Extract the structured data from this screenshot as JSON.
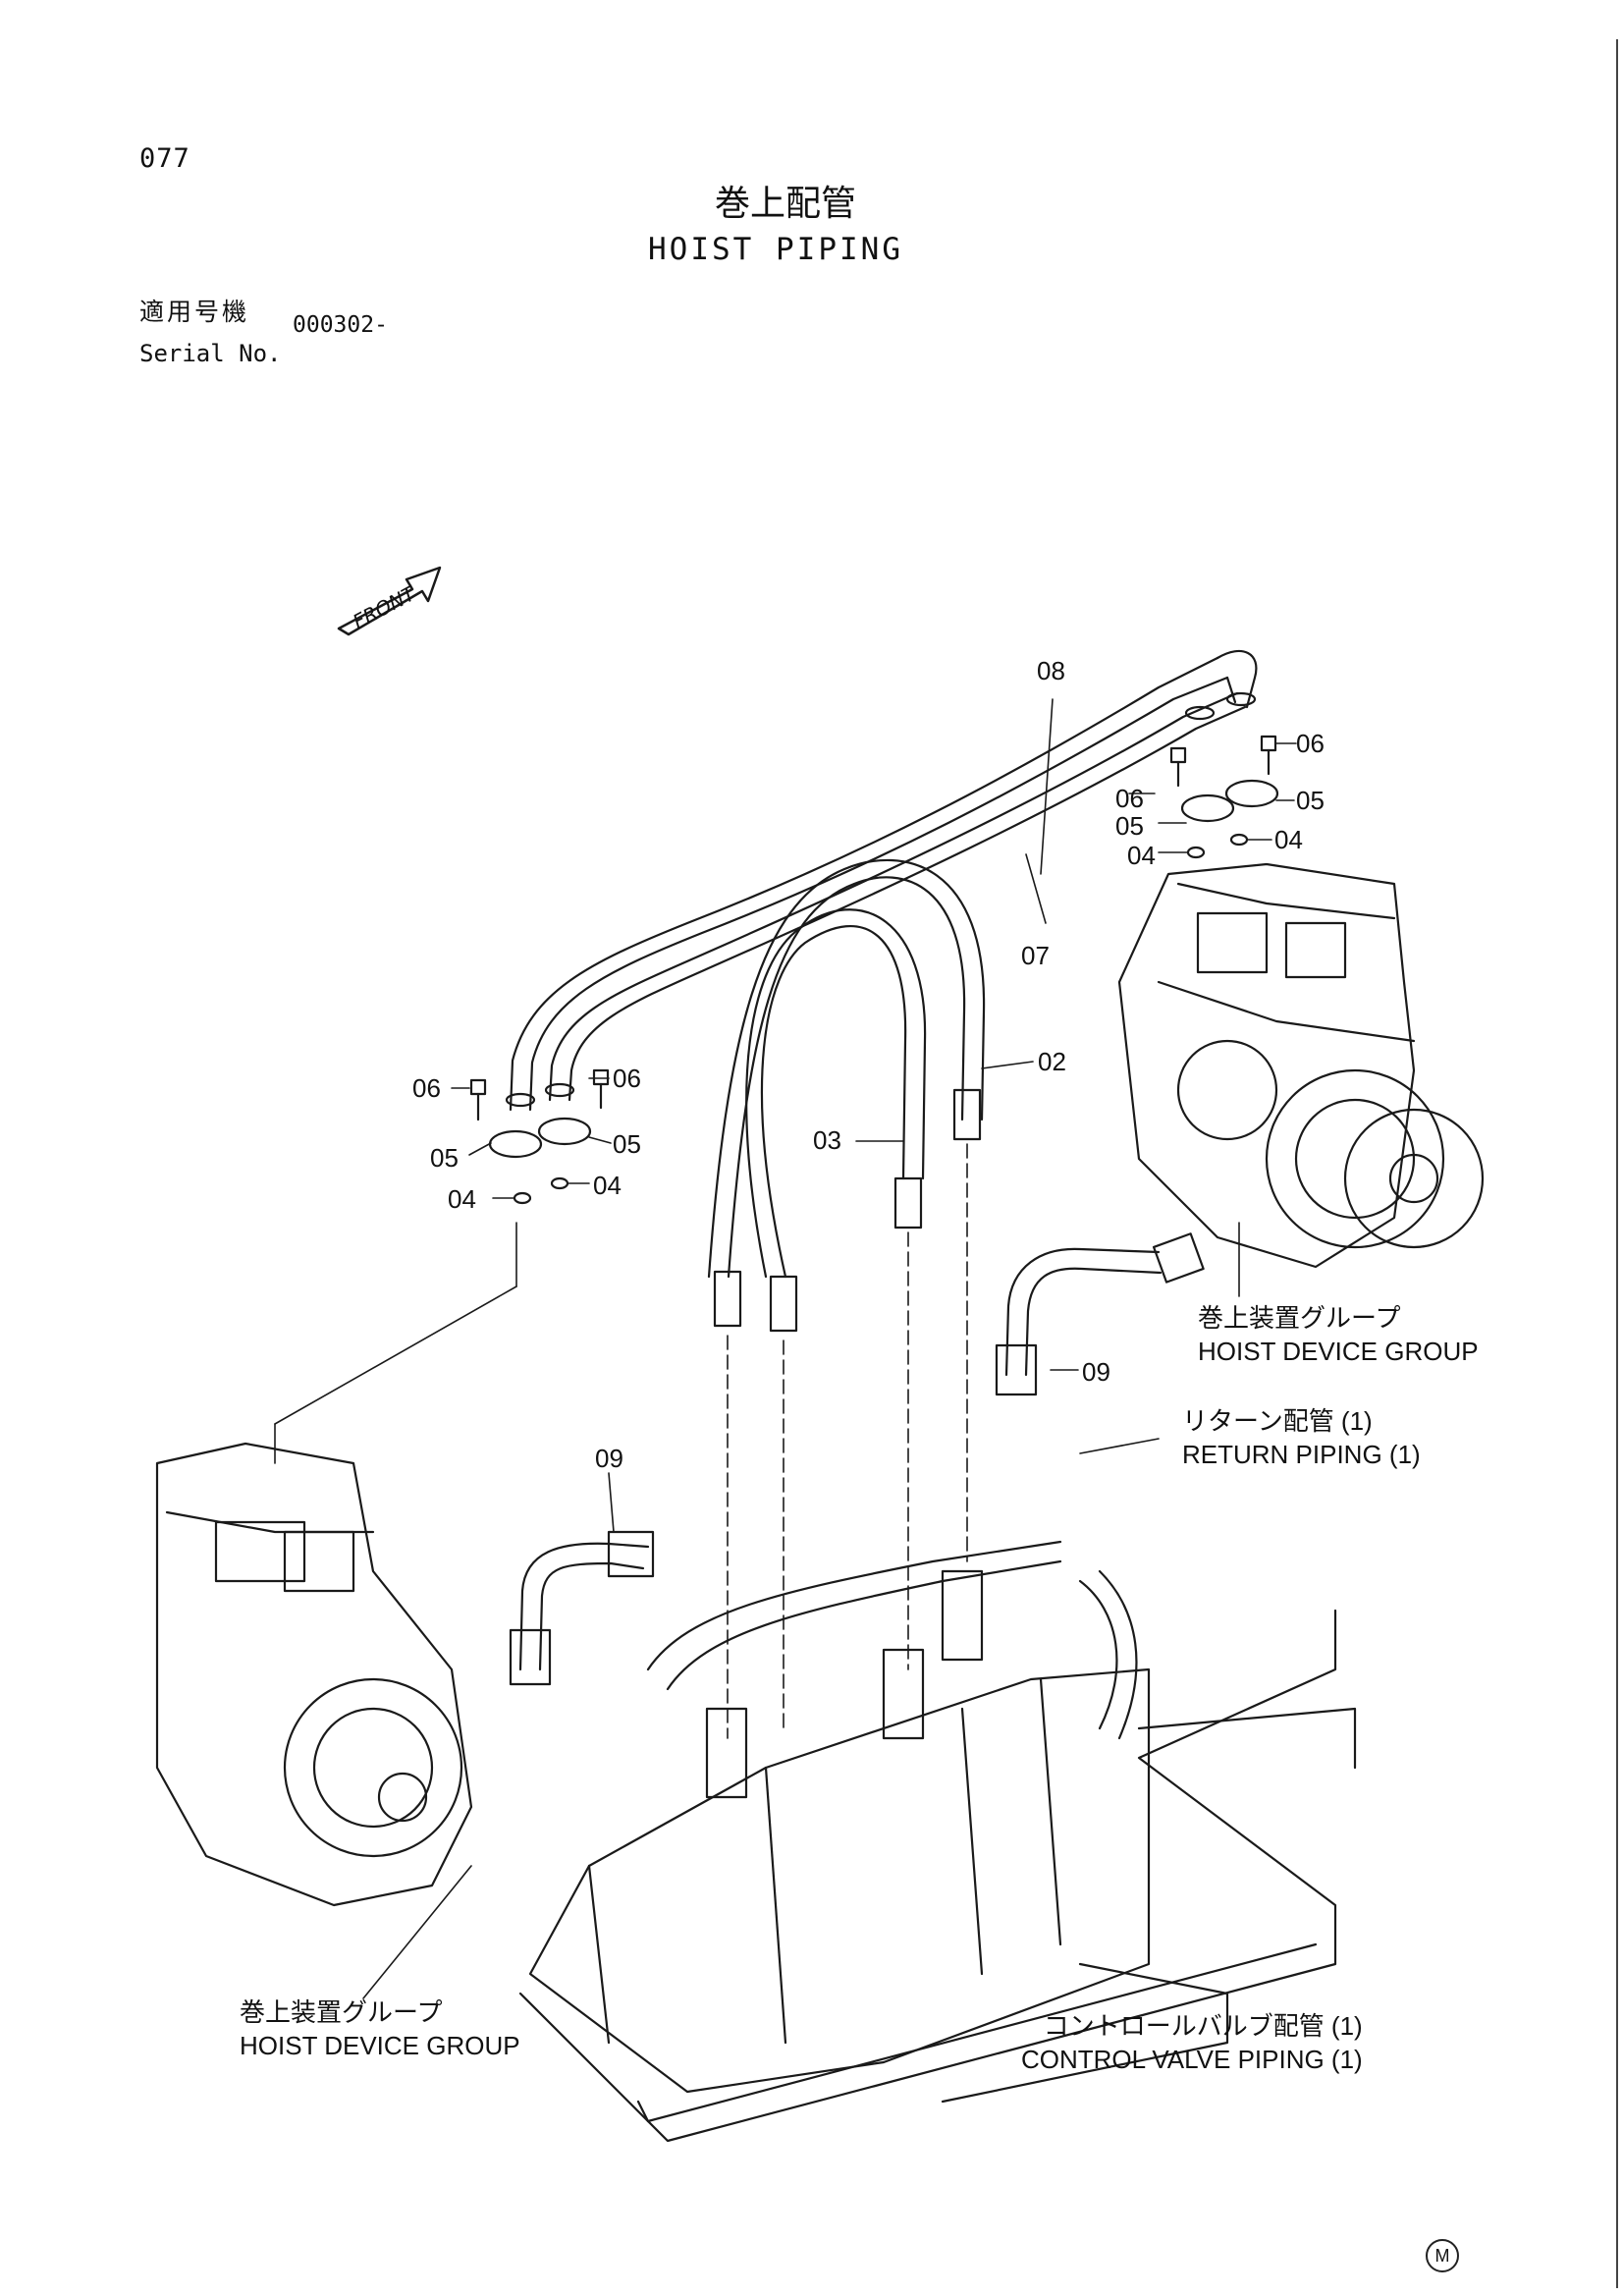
{
  "page_number": "077",
  "title": {
    "jp": "巻上配管",
    "en": "HOIST PIPING"
  },
  "serial": {
    "label_jp": "適用号機",
    "label_en": "Serial No.",
    "value": "000302-"
  },
  "front_label": "FRONT",
  "part_labels": {
    "p08": "08",
    "p07": "07",
    "p02": "02",
    "p03": "03",
    "p06_right_upper": "06",
    "p06_right_lower": "06",
    "p05_right_upper": "05",
    "p05_right_lower": "05",
    "p04_right_upper": "04",
    "p04_right_lower": "04",
    "p06_left_a": "06",
    "p06_left_b": "06",
    "p05_left_a": "05",
    "p05_left_b": "05",
    "p04_left_a": "04",
    "p04_left_b": "04",
    "p09_right": "09",
    "p09_left": "09"
  },
  "groups": {
    "hoist_right": {
      "jp": "巻上装置グループ",
      "en": "HOIST DEVICE GROUP"
    },
    "return_piping": {
      "jp": "リターン配管 (1)",
      "en": "RETURN PIPING (1)"
    },
    "hoist_left": {
      "jp": "巻上装置グループ",
      "en": "HOIST DEVICE GROUP"
    },
    "control_valve": {
      "jp": "コントロールバルブ配管 (1)",
      "en": "CONTROL VALVE PIPING (1)"
    }
  },
  "corner_mark": "M"
}
